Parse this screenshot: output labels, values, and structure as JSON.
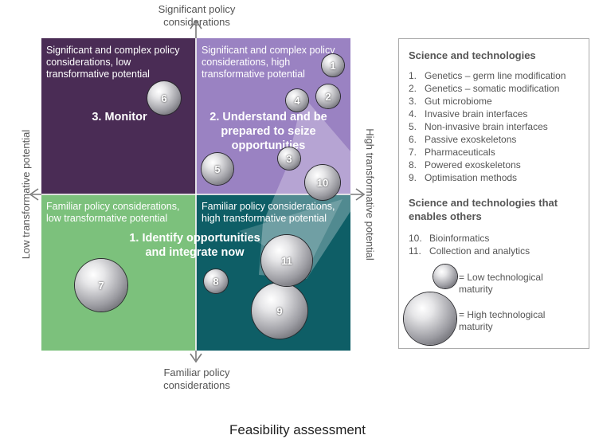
{
  "axes": {
    "top": "Significant policy considerations",
    "bottom": "Familiar policy considerations",
    "left": "Low transformative potential",
    "right": "High transformative potential"
  },
  "quadrants": {
    "top_left": {
      "label": "Significant and complex policy considerations, low transformative potential",
      "title": "3. Monitor",
      "color": "#4a2c55"
    },
    "top_right": {
      "label": "Significant and complex policy considerations, high transformative potential",
      "title": "2. Understand and be prepared to seize opportunities",
      "color": "#9a82c2"
    },
    "bottom_left": {
      "label": "Familiar policy considerations, low transformative potential",
      "title": "1. Identify opportunities and integrate now",
      "color": "#7cc17c"
    },
    "bottom_right": {
      "label": "Familiar policy considerations, high transformative potential",
      "color": "#0e5e66"
    }
  },
  "bubbles": [
    {
      "id": "1",
      "maturity": "low"
    },
    {
      "id": "2",
      "maturity": "low"
    },
    {
      "id": "3",
      "maturity": "low"
    },
    {
      "id": "4",
      "maturity": "low"
    },
    {
      "id": "5",
      "maturity": "low"
    },
    {
      "id": "6",
      "maturity": "low"
    },
    {
      "id": "7",
      "maturity": "high"
    },
    {
      "id": "8",
      "maturity": "low"
    },
    {
      "id": "9",
      "maturity": "high"
    },
    {
      "id": "10",
      "maturity": "low"
    },
    {
      "id": "11",
      "maturity": "high"
    }
  ],
  "legend": {
    "heading1": "Science and technologies",
    "items1": [
      {
        "n": "1.",
        "t": "Genetics – germ line modification"
      },
      {
        "n": "2.",
        "t": "Genetics – somatic modification"
      },
      {
        "n": "3.",
        "t": "Gut microbiome"
      },
      {
        "n": "4.",
        "t": "Invasive brain interfaces"
      },
      {
        "n": "5.",
        "t": "Non-invasive brain interfaces"
      },
      {
        "n": "6.",
        "t": "Passive exoskeletons"
      },
      {
        "n": "7.",
        "t": "Pharmaceuticals"
      },
      {
        "n": "8.",
        "t": "Powered exoskeletons"
      },
      {
        "n": "9.",
        "t": "Optimisation methods"
      }
    ],
    "heading2": "Science and technologies that enables others",
    "items2": [
      {
        "n": "10.",
        "t": "Bioinformatics"
      },
      {
        "n": "11.",
        "t": "Collection and analytics"
      }
    ],
    "low_label": "= Low technological maturity",
    "high_label": "= High technological maturity"
  },
  "footer": "Feasibility assessment"
}
